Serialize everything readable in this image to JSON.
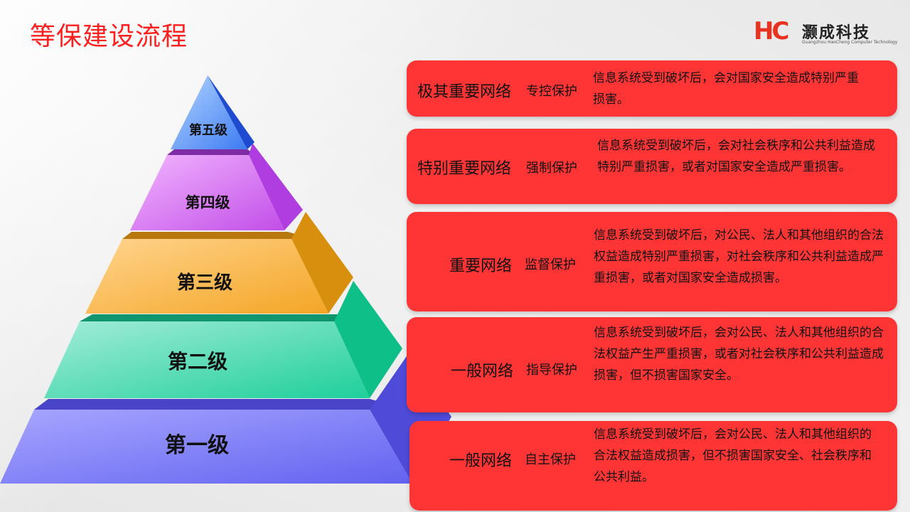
{
  "title": "等保建设流程",
  "logo": {
    "mark": "HC",
    "name": "灏成科技",
    "subtitle": "Guangzhou HaoCheng Computer Technology"
  },
  "pyramid": {
    "levels": [
      "第五级",
      "第四级",
      "第三级",
      "第二级",
      "第一级"
    ]
  },
  "cards": [
    {
      "network": "极其重要网络",
      "mode": "专控保护",
      "desc": "信息系统受到破坏后，会对国家安全造成特别严重损害。"
    },
    {
      "network": "特别重要网络",
      "mode": "强制保护",
      "desc": "信息系统受到破坏后，会对社会秩序和公共利益造成特别严重损害，或者对国家安全造成严重损害。"
    },
    {
      "network": "重要网络",
      "mode": "监督保护",
      "desc": "信息系统受到破坏后，对公民、法人和其他组织的合法权益造成特别严重损害，对社会秩序和公共利益造成严重损害，或者对国家安全造成损害。"
    },
    {
      "network": "一般网络",
      "mode": "指导保护",
      "desc": "信息系统受到破坏后，会对公民、法人和其他组织的合法权益产生严重损害，或者对社会秩序和公共利益造成损害，但不损害国家安全。"
    },
    {
      "network": "一般网络",
      "mode": "自主保护",
      "desc": "信息系统受到破坏后，会对公民、法人和其他组织的合法权益造成损害，但不损害国家安全、社会秩序和公共利益。"
    }
  ]
}
